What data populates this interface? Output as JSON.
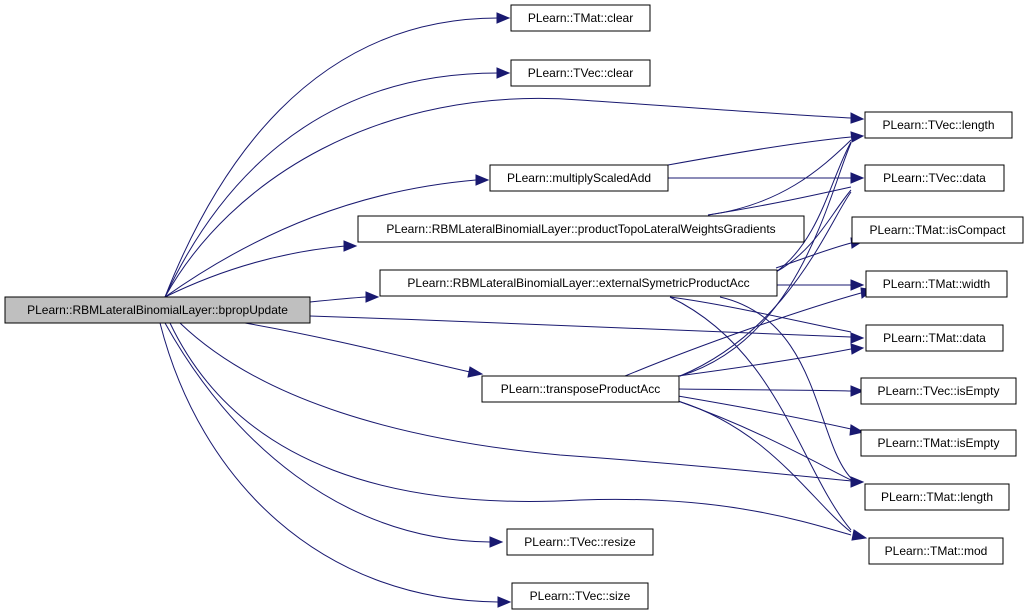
{
  "nodes": {
    "root": "PLearn::RBMLateralBinomialLayer::bpropUpdate",
    "tmat_clear": "PLearn::TMat::clear",
    "tvec_clear": "PLearn::TVec::clear",
    "tvec_length": "PLearn::TVec::length",
    "multiply": "PLearn::multiplyScaledAdd",
    "tvec_data": "PLearn::TVec::data",
    "product_topo": "PLearn::RBMLateralBinomialLayer::productTopoLateralWeightsGradients",
    "tmat_iscompact": "PLearn::TMat::isCompact",
    "external": "PLearn::RBMLateralBinomialLayer::externalSymetricProductAcc",
    "tmat_width": "PLearn::TMat::width",
    "tmat_data": "PLearn::TMat::data",
    "transpose": "PLearn::transposeProductAcc",
    "tvec_isempty": "PLearn::TVec::isEmpty",
    "tmat_isempty": "PLearn::TMat::isEmpty",
    "tmat_length": "PLearn::TMat::length",
    "tmat_mod": "PLearn::TMat::mod",
    "tvec_resize": "PLearn::TVec::resize",
    "tvec_size": "PLearn::TVec::size"
  },
  "colors": {
    "edge": "#191970",
    "root_fill": "#bfbfbf",
    "node_fill": "#ffffff"
  }
}
